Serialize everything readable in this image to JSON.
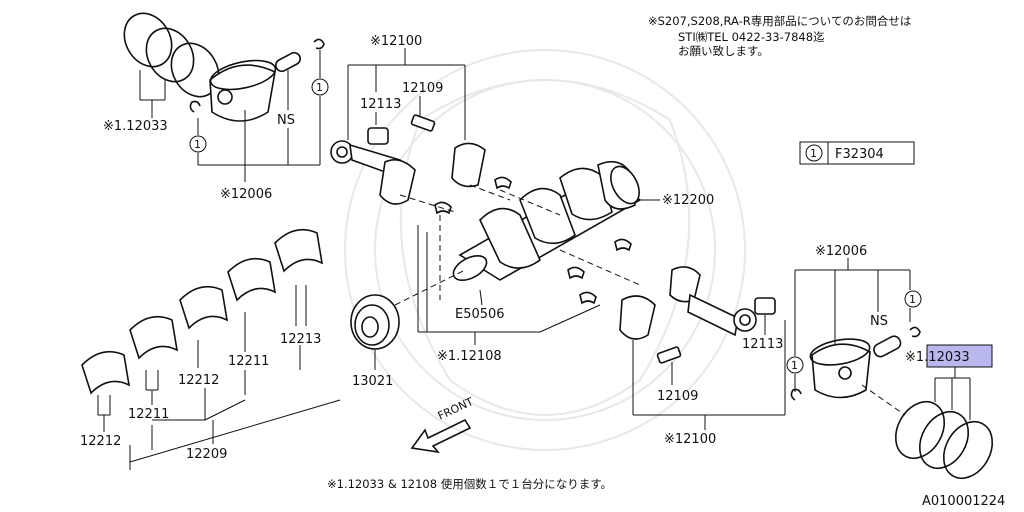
{
  "notice": {
    "line1": "※S207,S208,RA-R専用部品についてのお問合せは",
    "line2": "STI㈱TEL 0422-33-7848迄",
    "line3": "お願い致します。"
  },
  "legend": {
    "num": "1",
    "code": "F32304"
  },
  "footnote": "※1.12033 & 12108 使用個数１で１台分になります。",
  "doc_id": "A010001224",
  "labels": {
    "l12100_top": "※12100",
    "l12109_top": "12109",
    "l12113_top": "12113",
    "l12033_left": "※1.12033",
    "lNS_left": "NS",
    "l12006_left": "※12006",
    "l12200": "※12200",
    "l12006_right": "※12006",
    "lNS_right": "NS",
    "l12033_right": "※1.12033",
    "l12113_right": "12113",
    "l12109_bottom": "12109",
    "l12100_bottom": "※12100",
    "l12213": "12213",
    "l12211_a": "12211",
    "l12212_a": "12212",
    "l12211_b": "12211",
    "l12212_b": "12212",
    "l12209": "12209",
    "l13021": "13021",
    "lE50506": "E50506",
    "l12108": "※1.12108",
    "lFront": "FRONT",
    "circ1": "1"
  },
  "highlight_color": "#b8b8ee"
}
